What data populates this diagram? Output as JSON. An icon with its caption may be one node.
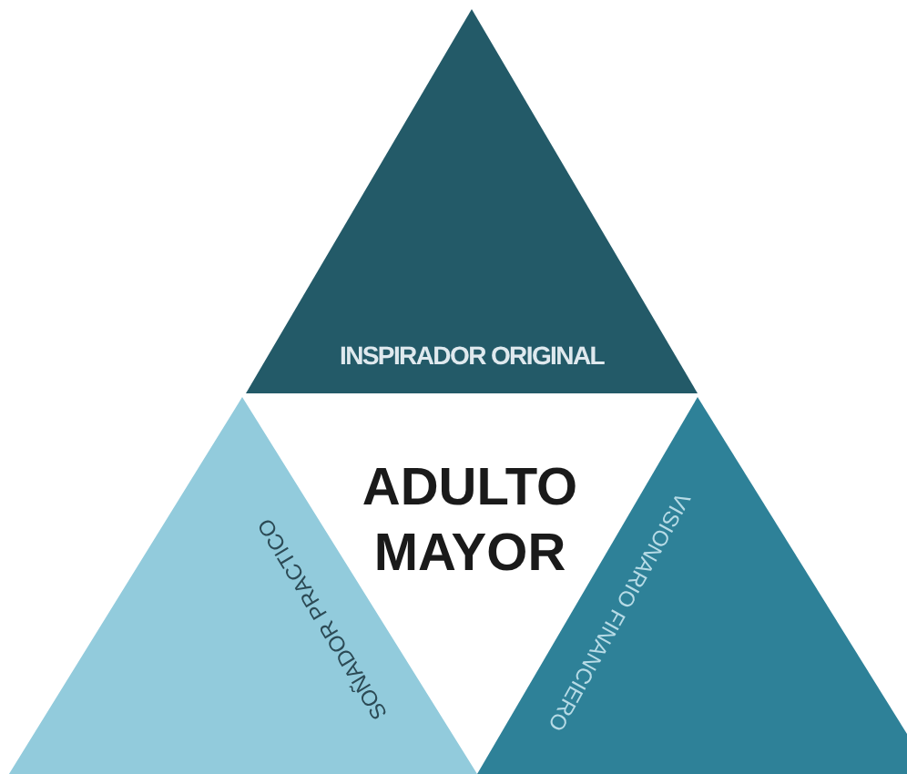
{
  "diagram": {
    "nodes": [
      {
        "text": [
          "INSPIRADOR ORIGINAL"
        ]
      },
      {
        "text": [
          "SOÑADOR PRACTICO"
        ]
      },
      {
        "text": [
          "VISIONARIO FINANCIERO"
        ]
      }
    ],
    "labels": [
      "ADULTO MAYOR"
    ]
  }
}
